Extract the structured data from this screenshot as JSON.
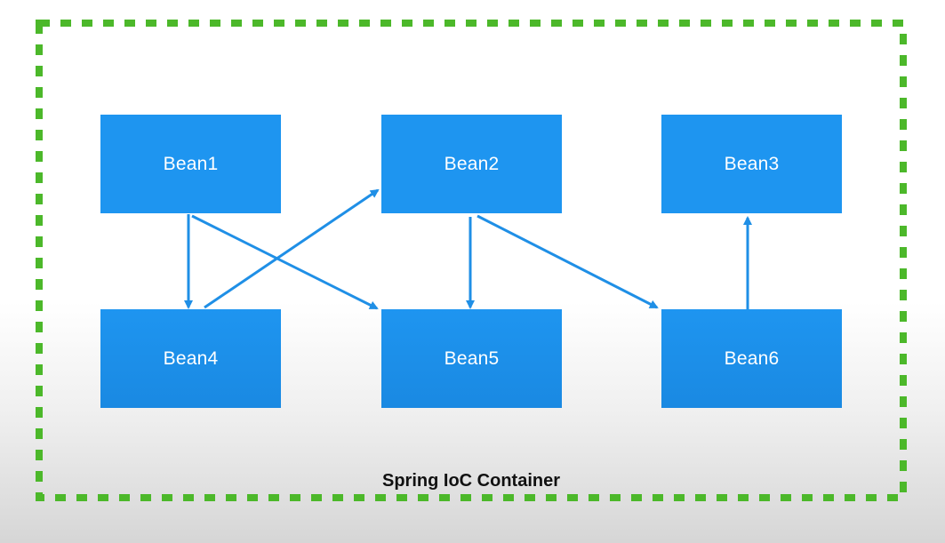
{
  "container": {
    "label": "Spring IoC Container",
    "border_color": "#4cb82a"
  },
  "beans": {
    "bean1": "Bean1",
    "bean2": "Bean2",
    "bean3": "Bean3",
    "bean4": "Bean4",
    "bean5": "Bean5",
    "bean6": "Bean6"
  },
  "colors": {
    "bean_fill": "#1e95f0",
    "arrow": "#1f8fe6"
  },
  "dependencies": [
    {
      "from": "Bean1",
      "to": "Bean4"
    },
    {
      "from": "Bean1",
      "to": "Bean5"
    },
    {
      "from": "Bean4",
      "to": "Bean2"
    },
    {
      "from": "Bean2",
      "to": "Bean5"
    },
    {
      "from": "Bean2",
      "to": "Bean6"
    },
    {
      "from": "Bean6",
      "to": "Bean3"
    }
  ]
}
